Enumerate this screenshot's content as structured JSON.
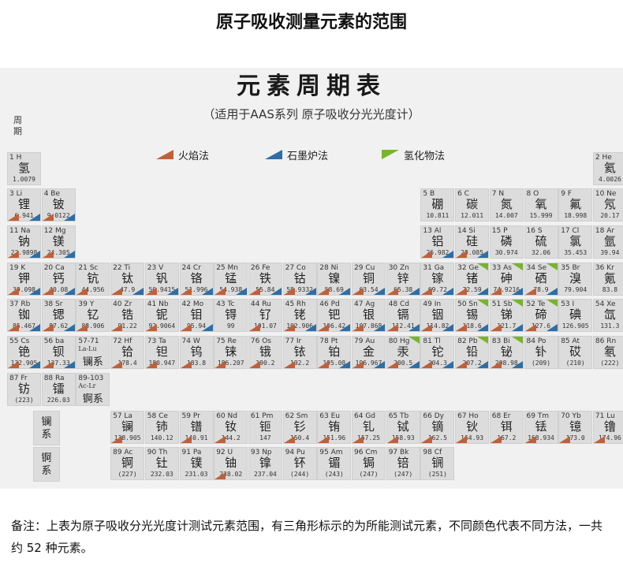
{
  "page_title": "原子吸收测量元素的范围",
  "table_title": "元素周期表",
  "table_subtitle": "（适用于AAS系列  原子吸收分光光度计）",
  "period_label": "周期",
  "colors": {
    "flame": "#c0603a",
    "graphite": "#2e6ea6",
    "hydride": "#7ab32e"
  },
  "legend": [
    {
      "key": "flame",
      "label": "火焰法"
    },
    {
      "key": "graphite",
      "label": "石墨炉法"
    },
    {
      "key": "hydride",
      "label": "氢化物法"
    }
  ],
  "elements": [
    {
      "num": "1",
      "sym": "H",
      "zh": "氢",
      "mass": "1.0079",
      "row": 1,
      "col": 1,
      "m": []
    },
    {
      "num": "2",
      "sym": "He",
      "zh": "氦",
      "mass": "4.0026",
      "row": 1,
      "col": 18,
      "m": []
    },
    {
      "num": "3",
      "sym": "Li",
      "zh": "锂",
      "mass": "6.941",
      "row": 2,
      "col": 1,
      "m": [
        "flame",
        "graphite"
      ]
    },
    {
      "num": "4",
      "sym": "Be",
      "zh": "铍",
      "mass": "9.0122",
      "row": 2,
      "col": 2,
      "m": [
        "flame",
        "graphite"
      ]
    },
    {
      "num": "5",
      "sym": "B",
      "zh": "硼",
      "mass": "10.811",
      "row": 2,
      "col": 13,
      "m": []
    },
    {
      "num": "6",
      "sym": "C",
      "zh": "碳",
      "mass": "12.011",
      "row": 2,
      "col": 14,
      "m": []
    },
    {
      "num": "7",
      "sym": "N",
      "zh": "氮",
      "mass": "14.007",
      "row": 2,
      "col": 15,
      "m": []
    },
    {
      "num": "8",
      "sym": "O",
      "zh": "氧",
      "mass": "15.999",
      "row": 2,
      "col": 16,
      "m": []
    },
    {
      "num": "9",
      "sym": "F",
      "zh": "氟",
      "mass": "18.998",
      "row": 2,
      "col": 17,
      "m": []
    },
    {
      "num": "10",
      "sym": "Ne",
      "zh": "氖",
      "mass": "20.17",
      "row": 2,
      "col": 18,
      "m": []
    },
    {
      "num": "11",
      "sym": "Na",
      "zh": "钠",
      "mass": "22.9898",
      "row": 3,
      "col": 1,
      "m": [
        "flame",
        "graphite"
      ]
    },
    {
      "num": "12",
      "sym": "Mg",
      "zh": "镁",
      "mass": "24.305",
      "row": 3,
      "col": 2,
      "m": [
        "flame",
        "graphite"
      ]
    },
    {
      "num": "13",
      "sym": "Al",
      "zh": "铝",
      "mass": "26.982",
      "row": 3,
      "col": 13,
      "m": [
        "flame",
        "graphite"
      ]
    },
    {
      "num": "14",
      "sym": "Si",
      "zh": "硅",
      "mass": "28.085",
      "row": 3,
      "col": 14,
      "m": [
        "flame",
        "graphite"
      ]
    },
    {
      "num": "15",
      "sym": "P",
      "zh": "磷",
      "mass": "30.974",
      "row": 3,
      "col": 15,
      "m": []
    },
    {
      "num": "16",
      "sym": "S",
      "zh": "硫",
      "mass": "32.06",
      "row": 3,
      "col": 16,
      "m": []
    },
    {
      "num": "17",
      "sym": "Cl",
      "zh": "氯",
      "mass": "35.453",
      "row": 3,
      "col": 17,
      "m": []
    },
    {
      "num": "18",
      "sym": "Ar",
      "zh": "氩",
      "mass": "39.94",
      "row": 3,
      "col": 18,
      "m": []
    },
    {
      "num": "19",
      "sym": "K",
      "zh": "钾",
      "mass": "39.098",
      "row": 4,
      "col": 1,
      "m": [
        "flame",
        "graphite"
      ]
    },
    {
      "num": "20",
      "sym": "Ca",
      "zh": "钙",
      "mass": "40.08",
      "row": 4,
      "col": 2,
      "m": [
        "flame",
        "graphite"
      ]
    },
    {
      "num": "21",
      "sym": "Sc",
      "zh": "钪",
      "mass": "44.956",
      "row": 4,
      "col": 3,
      "m": [
        "flame"
      ]
    },
    {
      "num": "22",
      "sym": "Ti",
      "zh": "钛",
      "mass": "47.9",
      "row": 4,
      "col": 4,
      "m": [
        "flame",
        "graphite"
      ]
    },
    {
      "num": "23",
      "sym": "V",
      "zh": "钒",
      "mass": "50.9415",
      "row": 4,
      "col": 5,
      "m": [
        "flame",
        "graphite"
      ]
    },
    {
      "num": "24",
      "sym": "Cr",
      "zh": "铬",
      "mass": "51.996",
      "row": 4,
      "col": 6,
      "m": [
        "flame",
        "graphite"
      ]
    },
    {
      "num": "25",
      "sym": "Mn",
      "zh": "锰",
      "mass": "54.938",
      "row": 4,
      "col": 7,
      "m": [
        "flame",
        "graphite"
      ]
    },
    {
      "num": "26",
      "sym": "Fe",
      "zh": "铁",
      "mass": "55.84",
      "row": 4,
      "col": 8,
      "m": [
        "flame",
        "graphite"
      ]
    },
    {
      "num": "27",
      "sym": "Co",
      "zh": "钴",
      "mass": "58.9332",
      "row": 4,
      "col": 9,
      "m": [
        "flame",
        "graphite"
      ]
    },
    {
      "num": "28",
      "sym": "Ni",
      "zh": "镍",
      "mass": "58.69",
      "row": 4,
      "col": 10,
      "m": [
        "flame",
        "graphite"
      ]
    },
    {
      "num": "29",
      "sym": "Cu",
      "zh": "铜",
      "mass": "63.54",
      "row": 4,
      "col": 11,
      "m": [
        "flame",
        "graphite"
      ]
    },
    {
      "num": "30",
      "sym": "Zn",
      "zh": "锌",
      "mass": "65.38",
      "row": 4,
      "col": 12,
      "m": [
        "flame",
        "graphite"
      ]
    },
    {
      "num": "31",
      "sym": "Ga",
      "zh": "镓",
      "mass": "69.72",
      "row": 4,
      "col": 13,
      "m": [
        "flame",
        "graphite"
      ]
    },
    {
      "num": "32",
      "sym": "Ge",
      "zh": "锗",
      "mass": "72.59",
      "row": 4,
      "col": 14,
      "m": [
        "flame",
        "graphite",
        "hydride"
      ]
    },
    {
      "num": "33",
      "sym": "As",
      "zh": "砷",
      "mass": "74.9216",
      "row": 4,
      "col": 15,
      "m": [
        "flame",
        "graphite",
        "hydride"
      ]
    },
    {
      "num": "34",
      "sym": "Se",
      "zh": "硒",
      "mass": "78.9",
      "row": 4,
      "col": 16,
      "m": [
        "flame",
        "graphite",
        "hydride"
      ]
    },
    {
      "num": "35",
      "sym": "Br",
      "zh": "溴",
      "mass": "79.904",
      "row": 4,
      "col": 17,
      "m": []
    },
    {
      "num": "36",
      "sym": "Kr",
      "zh": "氪",
      "mass": "83.8",
      "row": 4,
      "col": 18,
      "m": []
    },
    {
      "num": "37",
      "sym": "Rb",
      "zh": "铷",
      "mass": "85.467",
      "row": 5,
      "col": 1,
      "m": [
        "flame",
        "graphite"
      ]
    },
    {
      "num": "38",
      "sym": "Sr",
      "zh": "锶",
      "mass": "87.62",
      "row": 5,
      "col": 2,
      "m": [
        "flame",
        "graphite"
      ]
    },
    {
      "num": "39",
      "sym": "Y",
      "zh": "钇",
      "mass": "88.906",
      "row": 5,
      "col": 3,
      "m": [
        "flame"
      ]
    },
    {
      "num": "40",
      "sym": "Zr",
      "zh": "锆",
      "mass": "91.22",
      "row": 5,
      "col": 4,
      "m": [
        "flame"
      ]
    },
    {
      "num": "41",
      "sym": "Nb",
      "zh": "铌",
      "mass": "92.9064",
      "row": 5,
      "col": 5,
      "m": [
        "flame"
      ]
    },
    {
      "num": "42",
      "sym": "Mo",
      "zh": "钼",
      "mass": "95.94",
      "row": 5,
      "col": 6,
      "m": [
        "flame",
        "graphite"
      ]
    },
    {
      "num": "43",
      "sym": "Tc",
      "zh": "锝",
      "mass": "99",
      "row": 5,
      "col": 7,
      "m": []
    },
    {
      "num": "44",
      "sym": "Ru",
      "zh": "钌",
      "mass": "101.07",
      "row": 5,
      "col": 8,
      "m": [
        "flame"
      ]
    },
    {
      "num": "45",
      "sym": "Rh",
      "zh": "铑",
      "mass": "102.906",
      "row": 5,
      "col": 9,
      "m": [
        "flame",
        "graphite"
      ]
    },
    {
      "num": "46",
      "sym": "Pd",
      "zh": "钯",
      "mass": "106.42",
      "row": 5,
      "col": 10,
      "m": [
        "flame",
        "graphite"
      ]
    },
    {
      "num": "47",
      "sym": "Ag",
      "zh": "银",
      "mass": "107.868",
      "row": 5,
      "col": 11,
      "m": [
        "flame",
        "graphite"
      ]
    },
    {
      "num": "48",
      "sym": "Cd",
      "zh": "镉",
      "mass": "112.41",
      "row": 5,
      "col": 12,
      "m": [
        "flame",
        "graphite"
      ]
    },
    {
      "num": "49",
      "sym": "In",
      "zh": "铟",
      "mass": "114.82",
      "row": 5,
      "col": 13,
      "m": [
        "flame",
        "graphite"
      ]
    },
    {
      "num": "50",
      "sym": "Sn",
      "zh": "锡",
      "mass": "118.6",
      "row": 5,
      "col": 14,
      "m": [
        "flame",
        "graphite",
        "hydride"
      ]
    },
    {
      "num": "51",
      "sym": "Sb",
      "zh": "锑",
      "mass": "121.7",
      "row": 5,
      "col": 15,
      "m": [
        "flame",
        "graphite",
        "hydride"
      ]
    },
    {
      "num": "52",
      "sym": "Te",
      "zh": "碲",
      "mass": "127.6",
      "row": 5,
      "col": 16,
      "m": [
        "flame",
        "graphite",
        "hydride"
      ]
    },
    {
      "num": "53",
      "sym": "I",
      "zh": "碘",
      "mass": "126.905",
      "row": 5,
      "col": 17,
      "m": []
    },
    {
      "num": "54",
      "sym": "Xe",
      "zh": "氙",
      "mass": "131.3",
      "row": 5,
      "col": 18,
      "m": []
    },
    {
      "num": "55",
      "sym": "Cs",
      "zh": "铯",
      "mass": "132.905",
      "row": 6,
      "col": 1,
      "m": [
        "flame",
        "graphite"
      ]
    },
    {
      "num": "56",
      "sym": "ba",
      "zh": "钡",
      "mass": "137.33",
      "row": 6,
      "col": 2,
      "m": [
        "flame",
        "graphite"
      ]
    },
    {
      "num": "72",
      "sym": "Hf",
      "zh": "铪",
      "mass": "178.4",
      "row": 6,
      "col": 4,
      "m": [
        "flame"
      ]
    },
    {
      "num": "73",
      "sym": "Ta",
      "zh": "钽",
      "mass": "180.947",
      "row": 6,
      "col": 5,
      "m": [
        "flame"
      ]
    },
    {
      "num": "74",
      "sym": "W",
      "zh": "钨",
      "mass": "183.8",
      "row": 6,
      "col": 6,
      "m": [
        "flame"
      ]
    },
    {
      "num": "75",
      "sym": "Re",
      "zh": "铼",
      "mass": "186.207",
      "row": 6,
      "col": 7,
      "m": [
        "flame"
      ]
    },
    {
      "num": "76",
      "sym": "Os",
      "zh": "锇",
      "mass": "190.2",
      "row": 6,
      "col": 8,
      "m": [
        "flame"
      ]
    },
    {
      "num": "77",
      "sym": "Ir",
      "zh": "铱",
      "mass": "192.2",
      "row": 6,
      "col": 9,
      "m": [
        "flame"
      ]
    },
    {
      "num": "78",
      "sym": "Pt",
      "zh": "铂",
      "mass": "195.08",
      "row": 6,
      "col": 10,
      "m": [
        "flame",
        "graphite"
      ]
    },
    {
      "num": "79",
      "sym": "Au",
      "zh": "金",
      "mass": "196.967",
      "row": 6,
      "col": 11,
      "m": [
        "flame",
        "graphite"
      ]
    },
    {
      "num": "80",
      "sym": "Hg",
      "zh": "汞",
      "mass": "200.5",
      "row": 6,
      "col": 12,
      "m": [
        "flame",
        "graphite",
        "hydride"
      ]
    },
    {
      "num": "81",
      "sym": "Tl",
      "zh": "铊",
      "mass": "204.3",
      "row": 6,
      "col": 13,
      "m": [
        "flame",
        "graphite"
      ]
    },
    {
      "num": "82",
      "sym": "Pb",
      "zh": "铅",
      "mass": "207.2",
      "row": 6,
      "col": 14,
      "m": [
        "flame",
        "graphite",
        "hydride"
      ]
    },
    {
      "num": "83",
      "sym": "Bi",
      "zh": "铋",
      "mass": "208.98",
      "row": 6,
      "col": 15,
      "m": [
        "flame",
        "graphite",
        "hydride"
      ]
    },
    {
      "num": "84",
      "sym": "Po",
      "zh": "钋",
      "mass": "(209)",
      "row": 6,
      "col": 16,
      "m": []
    },
    {
      "num": "85",
      "sym": "At",
      "zh": "砹",
      "mass": "(210)",
      "row": 6,
      "col": 17,
      "m": []
    },
    {
      "num": "86",
      "sym": "Rn",
      "zh": "氡",
      "mass": "(222)",
      "row": 6,
      "col": 18,
      "m": []
    },
    {
      "num": "87",
      "sym": "Fr",
      "zh": "钫",
      "mass": "(223)",
      "row": 7,
      "col": 1,
      "m": []
    },
    {
      "num": "88",
      "sym": "Ra",
      "zh": "镭",
      "mass": "226.03",
      "row": 7,
      "col": 2,
      "m": []
    },
    {
      "num": "57",
      "sym": "La",
      "zh": "镧",
      "mass": "138.905",
      "row": 9,
      "col": 4,
      "m": [
        "flame"
      ]
    },
    {
      "num": "58",
      "sym": "Ce",
      "zh": "铈",
      "mass": "140.12",
      "row": 9,
      "col": 5,
      "m": []
    },
    {
      "num": "59",
      "sym": "Pr",
      "zh": "镨",
      "mass": "140.91",
      "row": 9,
      "col": 6,
      "m": [
        "flame"
      ]
    },
    {
      "num": "60",
      "sym": "Nd",
      "zh": "钕",
      "mass": "144.2",
      "row": 9,
      "col": 7,
      "m": [
        "flame"
      ]
    },
    {
      "num": "61",
      "sym": "Pm",
      "zh": "钷",
      "mass": "147",
      "row": 9,
      "col": 8,
      "m": []
    },
    {
      "num": "62",
      "sym": "Sm",
      "zh": "钐",
      "mass": "150.4",
      "row": 9,
      "col": 9,
      "m": [
        "flame"
      ]
    },
    {
      "num": "63",
      "sym": "Eu",
      "zh": "铕",
      "mass": "151.96",
      "row": 9,
      "col": 10,
      "m": [
        "flame"
      ]
    },
    {
      "num": "64",
      "sym": "Gd",
      "zh": "钆",
      "mass": "157.25",
      "row": 9,
      "col": 11,
      "m": [
        "flame"
      ]
    },
    {
      "num": "65",
      "sym": "Tb",
      "zh": "铽",
      "mass": "158.93",
      "row": 9,
      "col": 12,
      "m": [
        "flame"
      ]
    },
    {
      "num": "66",
      "sym": "Dy",
      "zh": "镝",
      "mass": "162.5",
      "row": 9,
      "col": 13,
      "m": [
        "flame"
      ]
    },
    {
      "num": "67",
      "sym": "Ho",
      "zh": "钬",
      "mass": "164.93",
      "row": 9,
      "col": 14,
      "m": [
        "flame"
      ]
    },
    {
      "num": "68",
      "sym": "Er",
      "zh": "铒",
      "mass": "167.2",
      "row": 9,
      "col": 15,
      "m": [
        "flame"
      ]
    },
    {
      "num": "69",
      "sym": "Tm",
      "zh": "铥",
      "mass": "168.934",
      "row": 9,
      "col": 16,
      "m": [
        "flame"
      ]
    },
    {
      "num": "70",
      "sym": "Yb",
      "zh": "镱",
      "mass": "173.0",
      "row": 9,
      "col": 17,
      "m": [
        "flame"
      ]
    },
    {
      "num": "71",
      "sym": "Lu",
      "zh": "镥",
      "mass": "174.96",
      "row": 9,
      "col": 18,
      "m": [
        "flame"
      ]
    },
    {
      "num": "89",
      "sym": "Ac",
      "zh": "锕",
      "mass": "(227)",
      "row": 10,
      "col": 4,
      "m": []
    },
    {
      "num": "90",
      "sym": "Th",
      "zh": "钍",
      "mass": "232.03",
      "row": 10,
      "col": 5,
      "m": []
    },
    {
      "num": "91",
      "sym": "Pa",
      "zh": "镤",
      "mass": "231.03",
      "row": 10,
      "col": 6,
      "m": []
    },
    {
      "num": "92",
      "sym": "U",
      "zh": "铀",
      "mass": "238.02",
      "row": 10,
      "col": 7,
      "m": [
        "flame"
      ]
    },
    {
      "num": "93",
      "sym": "Np",
      "zh": "镎",
      "mass": "237.04",
      "row": 10,
      "col": 8,
      "m": []
    },
    {
      "num": "94",
      "sym": "Pu",
      "zh": "钚",
      "mass": "(244)",
      "row": 10,
      "col": 9,
      "m": []
    },
    {
      "num": "95",
      "sym": "Am",
      "zh": "镅",
      "mass": "(243)",
      "row": 10,
      "col": 10,
      "m": []
    },
    {
      "num": "96",
      "sym": "Cm",
      "zh": "锔",
      "mass": "(247)",
      "row": 10,
      "col": 11,
      "m": []
    },
    {
      "num": "97",
      "sym": "Bk",
      "zh": "锫",
      "mass": "(247)",
      "row": 10,
      "col": 12,
      "m": []
    },
    {
      "num": "98",
      "sym": "Cf",
      "zh": "锎",
      "mass": "(251)",
      "row": 10,
      "col": 13,
      "m": []
    }
  ],
  "placeholders": [
    {
      "range": "57-71",
      "sub": "La-Lu",
      "zh": "镧系",
      "row": 6,
      "col": 3
    },
    {
      "range": "89-103",
      "sub": "Ac-Lr",
      "zh": "锕系",
      "row": 7,
      "col": 3
    }
  ],
  "series_labels": [
    {
      "zh": "镧系",
      "row": 9
    },
    {
      "zh": "锕系",
      "row": 10
    }
  ],
  "footnote": "备注：上表为原子吸收分光光度计测试元素范围，有三角形标示的为所能测试元素，不同颜色代表不同方法，一共约 52 种元素。"
}
